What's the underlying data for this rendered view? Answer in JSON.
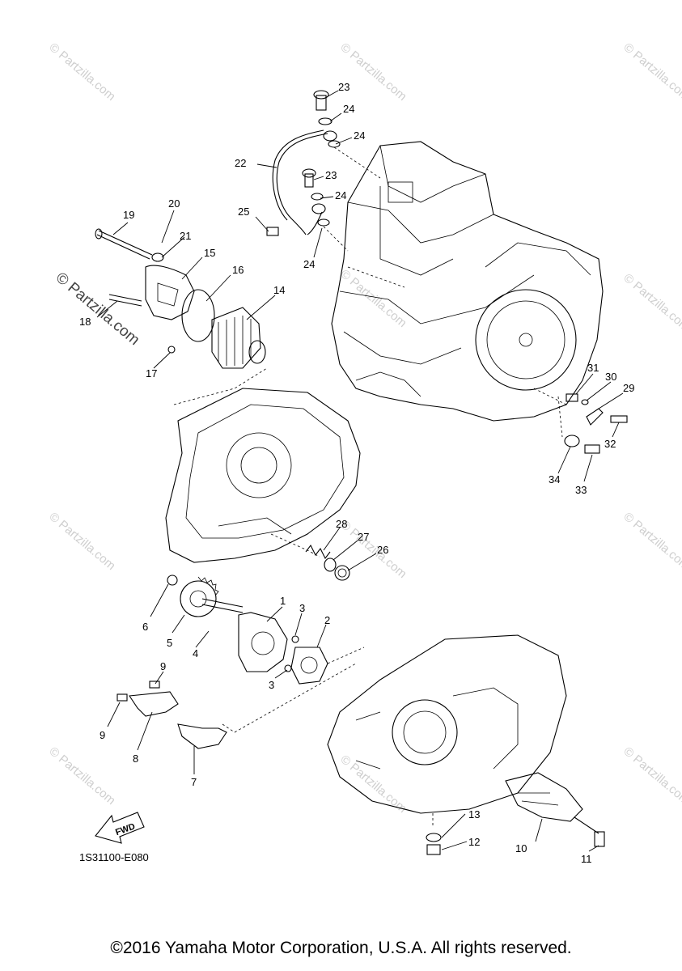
{
  "diagram": {
    "drawing_code": "1S31100-E080",
    "fwd_label": "FWD",
    "watermark_text": "© Partzilla.com",
    "footer": "©2016 Yamaha Motor Corporation, U.S.A. All rights reserved.",
    "callouts": [
      {
        "id": "c23a",
        "label": "23"
      },
      {
        "id": "c24a",
        "label": "24"
      },
      {
        "id": "c24b",
        "label": "24"
      },
      {
        "id": "c22",
        "label": "22"
      },
      {
        "id": "c23b",
        "label": "23"
      },
      {
        "id": "c24c",
        "label": "24"
      },
      {
        "id": "c25",
        "label": "25"
      },
      {
        "id": "c24d",
        "label": "24"
      },
      {
        "id": "c19",
        "label": "19"
      },
      {
        "id": "c20",
        "label": "20"
      },
      {
        "id": "c21",
        "label": "21"
      },
      {
        "id": "c15",
        "label": "15"
      },
      {
        "id": "c16",
        "label": "16"
      },
      {
        "id": "c14",
        "label": "14"
      },
      {
        "id": "c18",
        "label": "18"
      },
      {
        "id": "c17",
        "label": "17"
      },
      {
        "id": "c31",
        "label": "31"
      },
      {
        "id": "c30",
        "label": "30"
      },
      {
        "id": "c29",
        "label": "29"
      },
      {
        "id": "c32",
        "label": "32"
      },
      {
        "id": "c34",
        "label": "34"
      },
      {
        "id": "c33",
        "label": "33"
      },
      {
        "id": "c28",
        "label": "28"
      },
      {
        "id": "c27",
        "label": "27"
      },
      {
        "id": "c26",
        "label": "26"
      },
      {
        "id": "c1",
        "label": "1"
      },
      {
        "id": "c3a",
        "label": "3"
      },
      {
        "id": "c2",
        "label": "2"
      },
      {
        "id": "c6",
        "label": "6"
      },
      {
        "id": "c5",
        "label": "5"
      },
      {
        "id": "c4",
        "label": "4"
      },
      {
        "id": "c3b",
        "label": "3"
      },
      {
        "id": "c9a",
        "label": "9"
      },
      {
        "id": "c9b",
        "label": "9"
      },
      {
        "id": "c8",
        "label": "8"
      },
      {
        "id": "c7",
        "label": "7"
      },
      {
        "id": "c13",
        "label": "13"
      },
      {
        "id": "c12",
        "label": "12"
      },
      {
        "id": "c10",
        "label": "10"
      },
      {
        "id": "c11",
        "label": "11"
      }
    ]
  }
}
